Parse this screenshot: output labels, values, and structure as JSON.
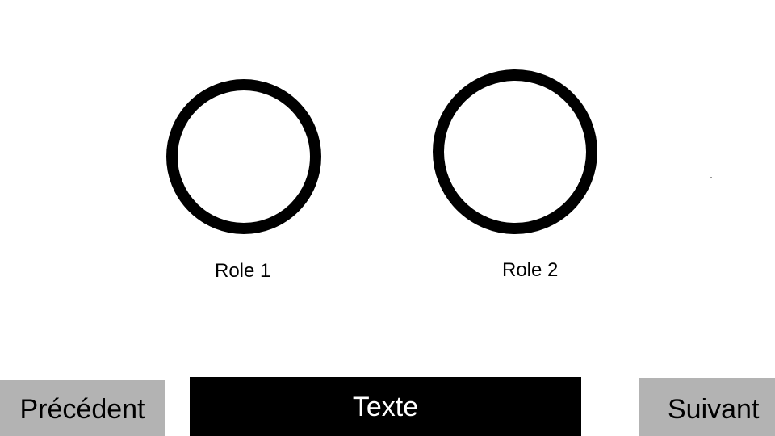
{
  "roles": [
    {
      "label": "Role 1"
    },
    {
      "label": "Role 2"
    }
  ],
  "buttons": {
    "previous": "Précédent",
    "text": "Texte",
    "next": "Suivant"
  },
  "colors": {
    "circle_stroke": "#000000",
    "nav_button_bg": "#b3b3b3",
    "text_button_bg": "#000000",
    "text_button_fg": "#ffffff"
  }
}
